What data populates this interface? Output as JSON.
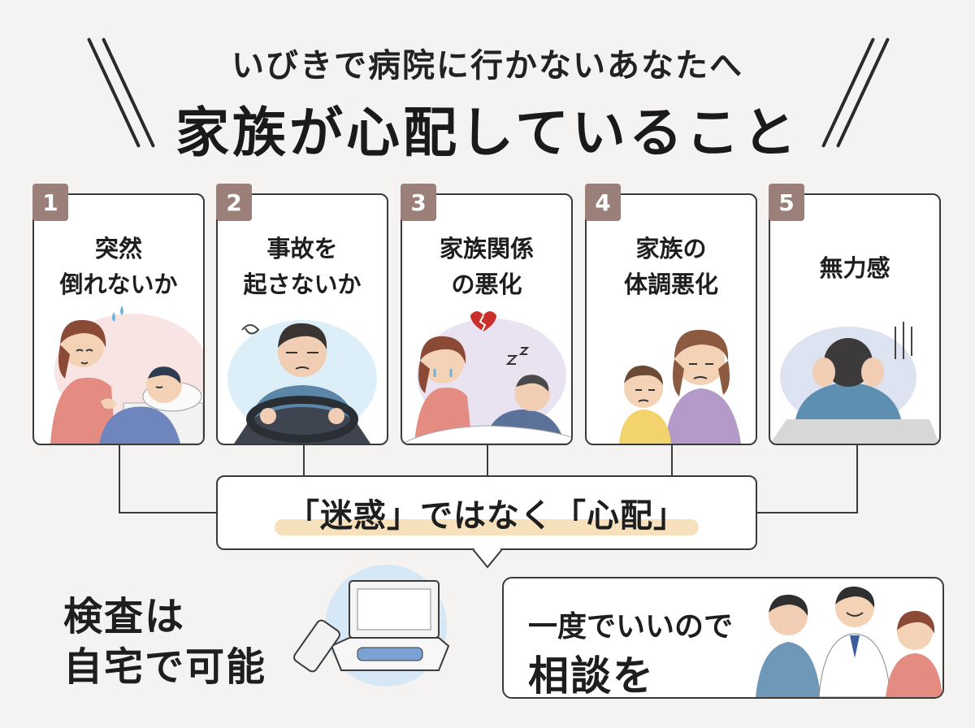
{
  "header": {
    "subtitle": "いびきで病院に行かないあなたへ",
    "title": "家族が心配していること"
  },
  "cards": [
    {
      "number": "1",
      "line1": "突然",
      "line2": "倒れないか"
    },
    {
      "number": "2",
      "line1": "事故を",
      "line2": "起さないか"
    },
    {
      "number": "3",
      "line1": "家族関係",
      "line2": "の悪化"
    },
    {
      "number": "4",
      "line1": "家族の",
      "line2": "体調悪化"
    },
    {
      "number": "5",
      "line1": "無力感"
    }
  ],
  "message": {
    "text": "「迷惑」ではなく「心配」"
  },
  "home_test": {
    "line1": "検査は",
    "line2": "自宅で可能"
  },
  "consult": {
    "line1": "一度でいいので",
    "line2": "相談を"
  },
  "colors": {
    "number_badge": "#9b7f79",
    "highlight": "#f6dcb2",
    "border": "#3a3a3a",
    "background": "#f4f3f1"
  }
}
